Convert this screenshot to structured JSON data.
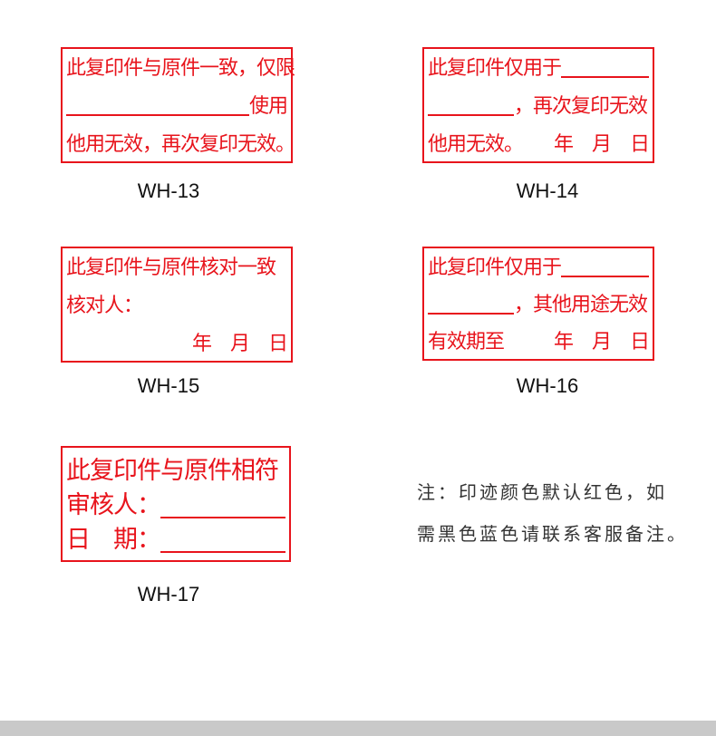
{
  "stamp_color": "#e8141c",
  "stamps": [
    {
      "code": "WH-13",
      "lines": [
        [
          {
            "text": "此复印件与原件一致，仅限"
          }
        ],
        [
          {
            "blank": "flex"
          },
          {
            "text": "使用"
          }
        ],
        [
          {
            "text": "他用无效，再次复印无效。"
          }
        ]
      ]
    },
    {
      "code": "WH-14",
      "lines": [
        [
          {
            "text": "此复印件仅用于"
          },
          {
            "blank": "flex"
          }
        ],
        [
          {
            "blank": "fixed"
          },
          {
            "text": "，再次复印无效"
          }
        ],
        [
          {
            "text": "他用无效。"
          },
          {
            "spacer": true
          },
          {
            "text": "年　月　日"
          }
        ]
      ]
    },
    {
      "code": "WH-15",
      "lines": [
        [
          {
            "text": "此复印件与原件核对一致"
          }
        ],
        [
          {
            "text": "核对人："
          }
        ],
        [
          {
            "spacer": true
          },
          {
            "text": "年　月　日"
          }
        ]
      ]
    },
    {
      "code": "WH-16",
      "lines": [
        [
          {
            "text": "此复印件仅用于"
          },
          {
            "blank": "flex"
          }
        ],
        [
          {
            "blank": "fixed"
          },
          {
            "text": "，其他用途无效"
          }
        ],
        [
          {
            "text": "有效期至"
          },
          {
            "spacer": true
          },
          {
            "text": "年　月　日"
          }
        ]
      ]
    },
    {
      "code": "WH-17",
      "lines": [
        [
          {
            "text": "此复印件与原件相符"
          }
        ],
        [
          {
            "text": "审核人："
          },
          {
            "blank": "flex"
          }
        ],
        [
          {
            "text": "日　期："
          },
          {
            "blank": "flex"
          }
        ]
      ]
    }
  ],
  "note": {
    "line1": "注：印迹颜色默认红色，如",
    "line2": "需黑色蓝色请联系客服备注。"
  }
}
